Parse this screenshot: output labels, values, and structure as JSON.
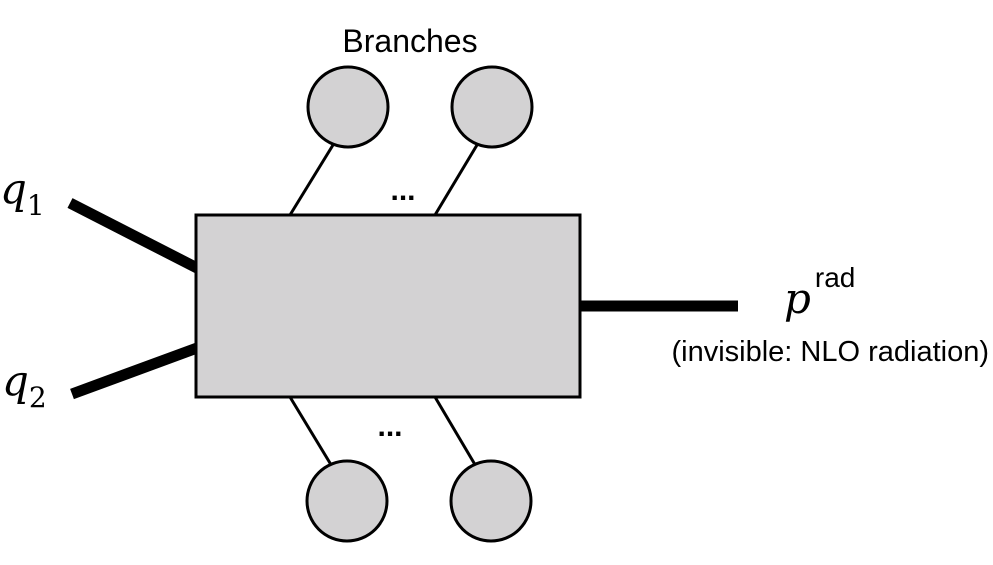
{
  "diagram": {
    "title": "Branches",
    "ellipsis_top": "...",
    "ellipsis_bottom": "...",
    "inputs": [
      {
        "symbol": "q",
        "subscript": "1"
      },
      {
        "symbol": "q",
        "subscript": "2"
      }
    ],
    "output": {
      "symbol": "p",
      "superscript": "rad",
      "caption": "(invisible: NLO radiation)"
    },
    "colors": {
      "box_fill": "#d3d2d3",
      "branch_fill": "#d3d2d3",
      "stroke": "#000000",
      "background": "#ffffff"
    }
  }
}
